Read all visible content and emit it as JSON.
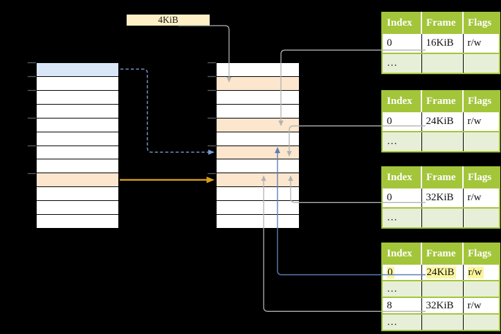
{
  "colors": {
    "background": "#000000",
    "row_white": "#ffffff",
    "row_blue": "#d9e6f7",
    "row_orange": "#fce6cd",
    "label_box_bg": "#fdf0c6",
    "table_header_bg": "#a3c53a",
    "table_row_alt_bg": "#e7efd8",
    "highlight_yellow": "#fbf59e",
    "arrow_gray": "#b2b2b2",
    "arrow_blue": "#5d7fb5",
    "arrow_blue_dashed": "#7b9fd4",
    "arrow_orange": "#d99e18",
    "tick_gray": "#5a5a5a"
  },
  "size_label": {
    "text": "4KiB"
  },
  "memory_columns": {
    "left": {
      "rows": [
        "blue",
        "white",
        "white",
        "white",
        "white",
        "white",
        "white",
        "white",
        "orange",
        "white",
        "white",
        "white"
      ]
    },
    "middle": {
      "rows": [
        "white",
        "orange",
        "white",
        "white",
        "orange",
        "white",
        "orange",
        "white",
        "orange",
        "white",
        "white",
        "white"
      ]
    }
  },
  "ticks_y": [
    90,
    110,
    130,
    170,
    210,
    250
  ],
  "page_tables": [
    {
      "id": "pt1",
      "headers": [
        "Index",
        "Frame",
        "Flags"
      ],
      "rows": [
        {
          "cells": [
            "0",
            "16KiB",
            "r/w"
          ],
          "alt": false,
          "highlight": false
        },
        {
          "cells": [
            "…",
            "",
            ""
          ],
          "alt": true,
          "highlight": false
        }
      ]
    },
    {
      "id": "pt2",
      "headers": [
        "Index",
        "Frame",
        "Flags"
      ],
      "rows": [
        {
          "cells": [
            "0",
            "24KiB",
            "r/w"
          ],
          "alt": false,
          "highlight": false
        },
        {
          "cells": [
            "…",
            "",
            ""
          ],
          "alt": true,
          "highlight": false
        }
      ]
    },
    {
      "id": "pt3",
      "headers": [
        "Index",
        "Frame",
        "Flags"
      ],
      "rows": [
        {
          "cells": [
            "0",
            "32KiB",
            "r/w"
          ],
          "alt": false,
          "highlight": false
        },
        {
          "cells": [
            "…",
            "",
            ""
          ],
          "alt": true,
          "highlight": false
        }
      ]
    },
    {
      "id": "pt4",
      "headers": [
        "Index",
        "Frame",
        "Flags"
      ],
      "rows": [
        {
          "cells": [
            "0",
            "24KiB",
            "r/w"
          ],
          "alt": false,
          "highlight": true
        },
        {
          "cells": [
            "…",
            "",
            ""
          ],
          "alt": true,
          "highlight": false
        },
        {
          "cells": [
            "8",
            "32KiB",
            "r/w"
          ],
          "alt": false,
          "highlight": false
        },
        {
          "cells": [
            "…",
            "",
            ""
          ],
          "alt": true,
          "highlight": false
        }
      ]
    }
  ]
}
